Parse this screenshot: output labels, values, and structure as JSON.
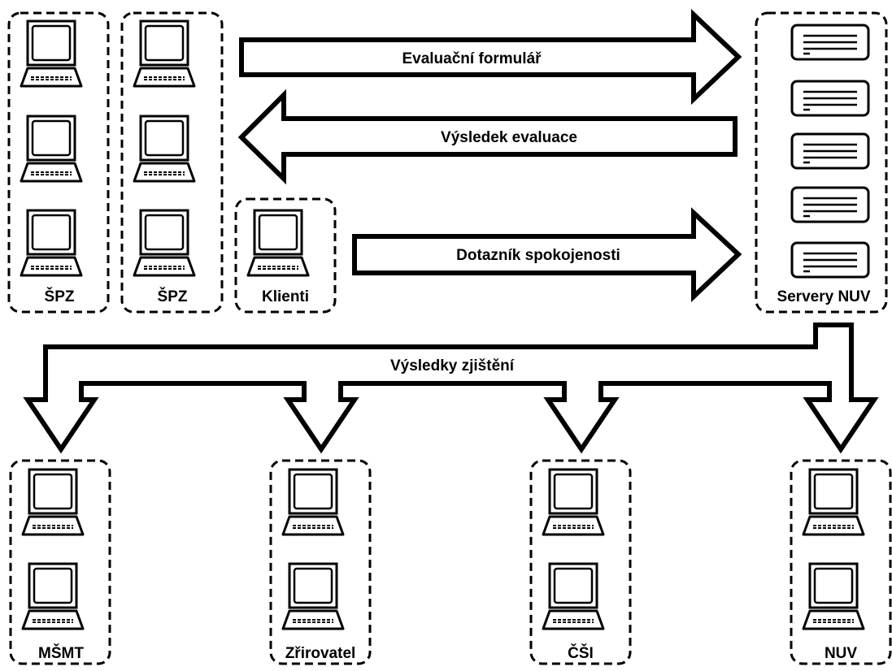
{
  "groups": {
    "spz_1": {
      "label": "ŠPZ",
      "device": "laptop",
      "count": 3
    },
    "spz_2": {
      "label": "ŠPZ",
      "device": "laptop",
      "count": 3
    },
    "klienti": {
      "label": "Klienti",
      "device": "laptop",
      "count": 1
    },
    "servery_nuv": {
      "label": "Servery NUV",
      "device": "server",
      "count": 5
    },
    "msmt": {
      "label": "MŠMT",
      "device": "laptop",
      "count": 2
    },
    "zrizovatel": {
      "label": "Zřirovatel",
      "device": "laptop",
      "count": 2
    },
    "csi": {
      "label": "ČŠI",
      "device": "laptop",
      "count": 2
    },
    "nuv": {
      "label": "NUV",
      "device": "laptop",
      "count": 2
    }
  },
  "arrows": {
    "evaluation_form": {
      "label": "Evaluační formulář",
      "direction": "right"
    },
    "evaluation_result": {
      "label": "Výsledek evaluace",
      "direction": "left"
    },
    "satisfaction_questionnaire": {
      "label": "Dotazník spokojenosti",
      "direction": "right"
    },
    "findings": {
      "label": "Výsledky zjištění",
      "direction": "down"
    }
  },
  "colors": {
    "stroke": "#000000",
    "fill": "#ffffff"
  }
}
